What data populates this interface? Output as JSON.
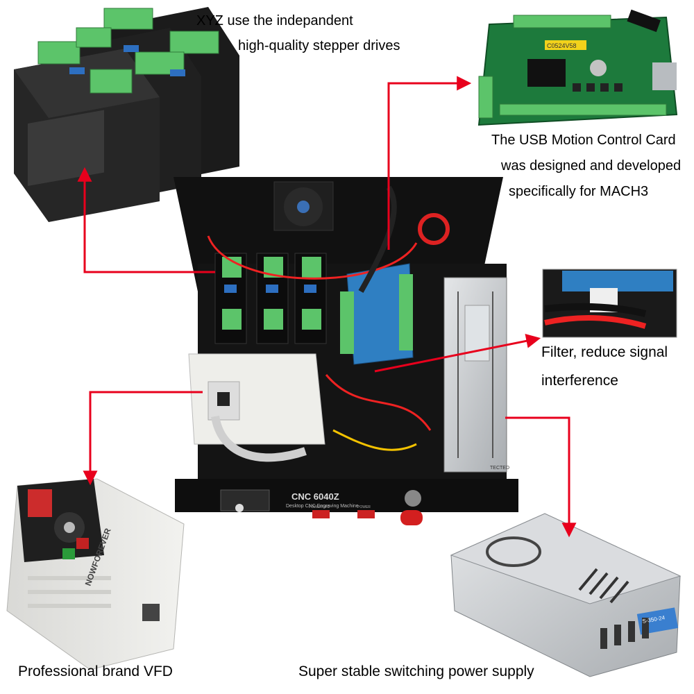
{
  "captions": {
    "drives_line1": "XYZ use the indepandent",
    "drives_line2": "high-quality stepper drives",
    "card_line1": "The USB Motion Control Card",
    "card_line2": "was designed and developed",
    "card_line3": "specifically for MACH3",
    "filter_line1": "Filter, reduce signal",
    "filter_line2": "interference",
    "vfd": "Professional brand VFD",
    "psu": "Super stable switching power supply"
  },
  "product_text": {
    "panel_model": "CNC 6040Z",
    "panel_subtitle": "Desktop CNC Engraving Machine",
    "vfd_brand": "NOWFOREVER",
    "card_code": "C0524V58",
    "psu_label": "S-350-24",
    "psu_edge_label": "TECTED",
    "panel_label_left": "POWER/VFD",
    "panel_label_right": "POWER"
  },
  "colors": {
    "arrow": "#e8001c",
    "board_green": "#1d7a3c",
    "board_blue": "#2f7fc2",
    "terminal_green": "#5cc46a",
    "enclosure": "#151515",
    "psu_silver": "#c9cccf"
  }
}
